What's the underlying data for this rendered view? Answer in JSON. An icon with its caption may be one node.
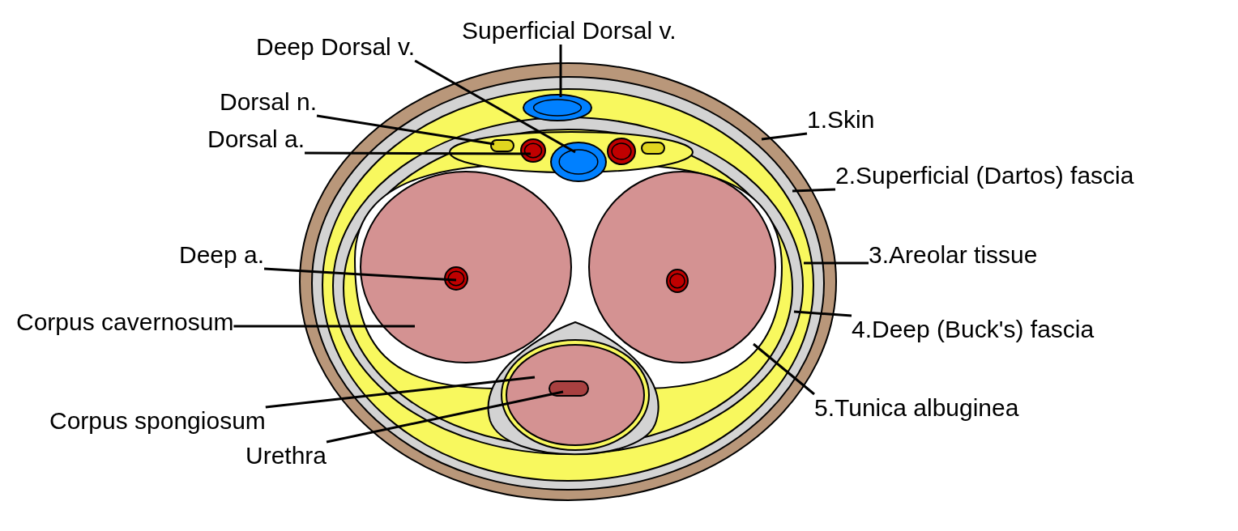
{
  "diagram": {
    "nodes": [
      {
        "text": [
          "Superficial Dorsal v."
        ]
      },
      {
        "text": [
          "Deep Dorsal v."
        ]
      },
      {
        "text": [
          "Dorsal n."
        ]
      },
      {
        "text": [
          "1.Skin"
        ]
      },
      {
        "text": [
          "Dorsal a."
        ]
      },
      {
        "text": [
          "2.Superficial (Dartos) fascia"
        ]
      },
      {
        "text": [
          "Deep a."
        ]
      },
      {
        "text": [
          "3.Areolar tissue"
        ]
      },
      {
        "text": [
          "Corpus cavernosum"
        ]
      },
      {
        "text": [
          "4.Deep (Buck's) fascia"
        ]
      },
      {
        "text": [
          "5.Tunica albuginea"
        ]
      },
      {
        "text": [
          "Corpus spongiosum"
        ]
      },
      {
        "text": [
          "Urethra"
        ]
      },
      {
        "text": [],
        "shape": "circle",
        "in": 20
      },
      {
        "text": [],
        "shape": "circle",
        "in": 22
      },
      {
        "text": [],
        "shape": "blob",
        "in": 22
      },
      {
        "text": [],
        "shape": "ring"
      },
      {
        "text": [],
        "shape": "circle",
        "in": 22
      },
      {
        "text": [],
        "shape": "ring",
        "in": 16
      },
      {
        "text": [],
        "shape": "circle",
        "in": 21
      },
      {
        "text": [],
        "shape": "ring",
        "in": 18
      },
      {
        "text": [],
        "shape": "blob",
        "in": 23
      },
      {
        "text": [],
        "shape": "ring",
        "in": 20
      },
      {
        "text": [],
        "shape": "blob",
        "in": 22
      },
      {
        "text": [],
        "shape": "blob",
        "in": 22
      },
      {
        "text": [],
        "shape": "blob",
        "in": 24
      },
      {
        "text": [],
        "shape": "blob",
        "in": 23
      },
      {
        "text": [],
        "shape": "circle",
        "in": 26
      },
      {
        "text": [],
        "shape": "circle",
        "in": 22
      },
      {
        "text": [],
        "shape": "blob",
        "in": 22
      }
    ],
    "edges": [
      {
        "from": 0,
        "to": 13,
        "arrow": "none"
      },
      {
        "from": 1,
        "to": 14,
        "arrow": "none"
      },
      {
        "from": 2,
        "to": 15,
        "arrow": "none"
      },
      {
        "from": 3,
        "to": 16,
        "arrow": "none"
      },
      {
        "from": 4,
        "to": 17,
        "arrow": "none"
      },
      {
        "from": 5,
        "to": 18,
        "arrow": "none"
      },
      {
        "from": 6,
        "to": 19,
        "arrow": "none"
      },
      {
        "from": 7,
        "to": 20,
        "arrow": "none"
      },
      {
        "from": 8,
        "to": 21,
        "arrow": "none"
      },
      {
        "from": 9,
        "to": 22,
        "arrow": "none"
      },
      {
        "from": 10,
        "to": 23,
        "arrow": "none"
      },
      {
        "from": 11,
        "to": 24,
        "arrow": "none"
      },
      {
        "from": 12,
        "to": 25,
        "arrow": "none"
      }
    ]
  }
}
